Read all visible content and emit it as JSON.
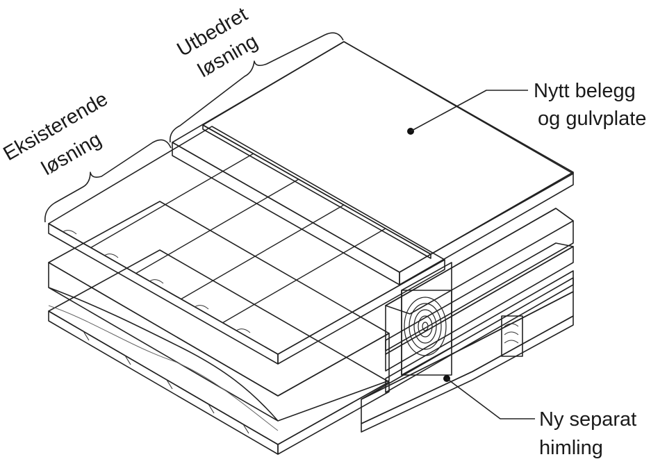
{
  "labels": {
    "existing_line1": "Eksisterende",
    "existing_line2": "løsning",
    "improved_line1": "Utbedret",
    "improved_line2": "løsning",
    "new_flooring_line1": "Nytt belegg",
    "new_flooring_line2": "og gulvplate",
    "new_ceiling_line1": "Ny separat",
    "new_ceiling_line2": "himling"
  },
  "colors": {
    "floor_covering": "#b3b4da",
    "floor_board": "#f2d1a9",
    "planks": "#d8dcdc",
    "insulation": "#f4f1e6",
    "ceiling_battens": "#f6eecb",
    "outline": "#222222"
  }
}
